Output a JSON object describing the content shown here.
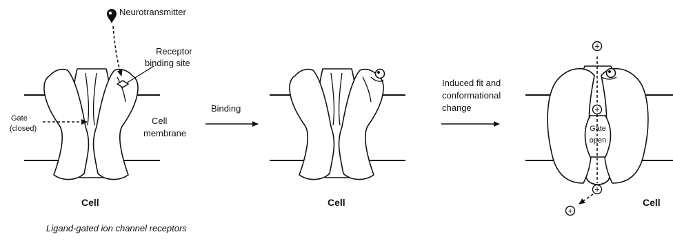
{
  "labels": {
    "neurotransmitter": "Neurotransmitter",
    "receptor_line1": "Receptor",
    "receptor_line2": "binding site",
    "gate_line1": "Gate",
    "gate_line2": "(closed)",
    "membrane_line1": "Cell",
    "membrane_line2": "membrane",
    "binding": "Binding",
    "induced_line1": "Induced fit and",
    "induced_line2": "conformational",
    "induced_line3": "change",
    "gate_open_line1": "Gate",
    "gate_open_line2": "open",
    "cell_1": "Cell",
    "cell_2": "Cell",
    "cell_3": "Cell",
    "ion_sign": "+",
    "caption": "Ligand-gated ion channel receptors"
  },
  "colors": {
    "ink": "#111111",
    "background": "#ffffff",
    "fill": "#ffffff"
  },
  "icons": [
    "neurotransmitter-icon",
    "ion-icon"
  ]
}
